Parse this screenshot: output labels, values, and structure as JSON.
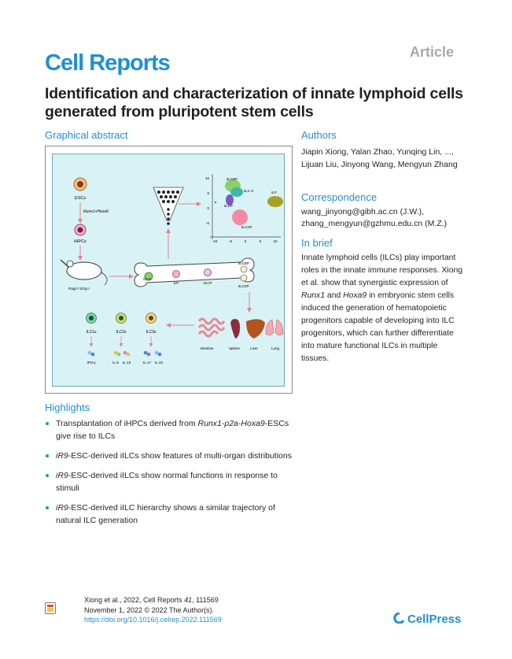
{
  "header": {
    "journal": "Cell Reports",
    "article_type": "Article",
    "title": "Identification and characterization of innate lymphoid cells generated from pluripotent stem cells"
  },
  "graphical_abstract": {
    "heading": "Graphical abstract",
    "labels": {
      "escs": "ESCs",
      "runx": "Runx1+Hoxa9",
      "ihpcs": "iHPCs",
      "mouse": "Rag2-/-Il2rg-/-",
      "iclp": "iCLP",
      "ilp": "iLP",
      "ilcp": "iILCP",
      "ilcbp": "iILCBP",
      "ilc2p": "iILC2P",
      "ilc1s": "ILC1s",
      "ilc2s": "ILC2s",
      "ilc3s": "ILC3s",
      "ifng": "IFN-γ",
      "il5": "IL-5",
      "il13": "IL-13",
      "il17": "IL-17",
      "il22": "IL-22",
      "intestine": "Intestine",
      "spleen": "Spleen",
      "liver": "Liver",
      "lung": "Lung",
      "umap_ilcbp": "iILCBP",
      "umap_ilcx": "iILC-X",
      "umap_ilp": "iLP",
      "umap_ilcp": "iILCP",
      "umap_ilc2p": "iILC2P",
      "umap_y": [
        "10",
        "5",
        "0",
        "-5"
      ],
      "umap_x": [
        "-10",
        "-5",
        "0",
        "5",
        "10"
      ]
    }
  },
  "authors": {
    "heading": "Authors",
    "text": "Jiapin Xiong, Yalan Zhao, Yunqing Lin, ..., Lijuan Liu, Jinyong Wang, Mengyun Zhang"
  },
  "correspondence": {
    "heading": "Correspondence",
    "line1": "wang_jinyong@gibh.ac.cn (J.W.),",
    "line2": "zhang_mengyun@gzhmu.edu.cn (M.Z.)"
  },
  "in_brief": {
    "heading": "In brief",
    "part1": "Innate lymphoid cells (ILCs) play important roles in the innate immune responses. Xiong et al. show that synergistic expression of ",
    "runx1": "Runx1",
    "and": " and ",
    "hoxa9": "Hoxa9",
    "part2": " in embryonic stem cells induced the generation of hematopoietic progenitors capable of developing into ILC progenitors, which can further differentiate into mature functional ILCs in multiple tissues."
  },
  "highlights": {
    "heading": "Highlights",
    "items": [
      {
        "a": "Transplantation of iHPCs derived from ",
        "em": "Runx1-p2a-Hoxa9",
        "b": "-ESCs give rise to ILCs"
      },
      {
        "a": "",
        "em": "iR9",
        "b": "-ESC-derived iILCs show features of multi-organ distributions"
      },
      {
        "a": "",
        "em": "iR9",
        "b": "-ESC-derived iILCs show normal functions in response to stimuli"
      },
      {
        "a": "",
        "em": "iR9",
        "b": "-ESC-derived iILC hierarchy shows a similar trajectory of natural ILC generation"
      }
    ]
  },
  "footer": {
    "citation_prefix": "Xiong et al., 2022, Cell Reports ",
    "volume": "41",
    "citation_suffix": ", 111569",
    "date_line": "November 1, 2022 © 2022 The Author(s).",
    "doi": "https://doi.org/10.1016/j.celrep.2022.111569",
    "publisher": "CellPress"
  },
  "colors": {
    "accent": "#1f8fd1",
    "panel_bg": "#d9f2f5",
    "arrow": "#e0828c"
  }
}
